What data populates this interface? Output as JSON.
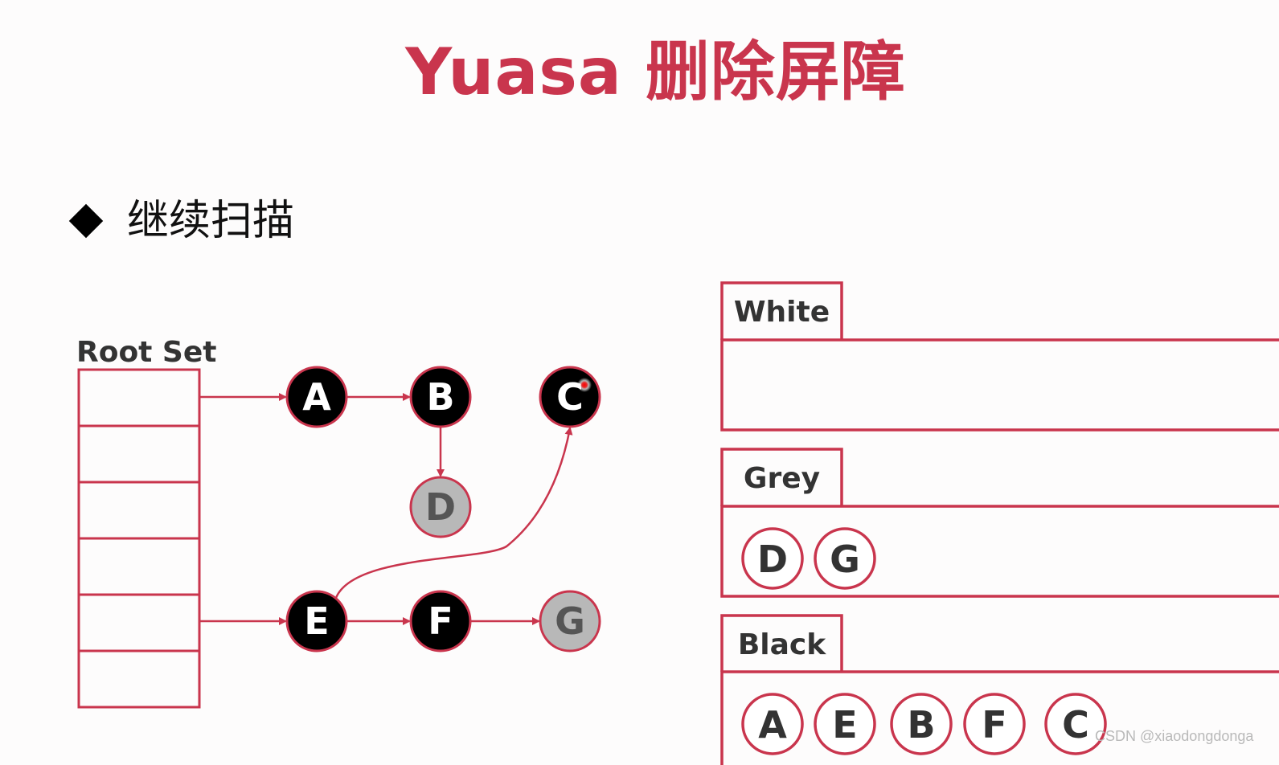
{
  "title": "Yuasa 删除屏障",
  "bullet_text": "继续扫描",
  "root_set_label": "Root Set",
  "colors": {
    "accent": "#c9354d",
    "black_node": "#000000",
    "grey_node": "#b8b8b8",
    "text_dark": "#333333",
    "grey_text": "#555555"
  },
  "graph": {
    "nodes": [
      {
        "id": "A",
        "label": "A",
        "color": "black"
      },
      {
        "id": "B",
        "label": "B",
        "color": "black"
      },
      {
        "id": "C",
        "label": "C",
        "color": "black"
      },
      {
        "id": "D",
        "label": "D",
        "color": "grey"
      },
      {
        "id": "E",
        "label": "E",
        "color": "black"
      },
      {
        "id": "F",
        "label": "F",
        "color": "black"
      },
      {
        "id": "G",
        "label": "G",
        "color": "grey"
      }
    ],
    "edges": [
      {
        "from": "root-1",
        "to": "A"
      },
      {
        "from": "A",
        "to": "B"
      },
      {
        "from": "B",
        "to": "D"
      },
      {
        "from": "root-5",
        "to": "E"
      },
      {
        "from": "E",
        "to": "F"
      },
      {
        "from": "F",
        "to": "G"
      },
      {
        "from": "E",
        "to": "C"
      }
    ]
  },
  "sets": [
    {
      "key": "white",
      "label": "White",
      "items": []
    },
    {
      "key": "grey",
      "label": "Grey",
      "items": [
        "D",
        "G"
      ]
    },
    {
      "key": "black",
      "label": "Black",
      "items": [
        "A",
        "E",
        "B",
        "F",
        "C"
      ]
    }
  ],
  "watermark": "CSDN @xiaodongdonga"
}
